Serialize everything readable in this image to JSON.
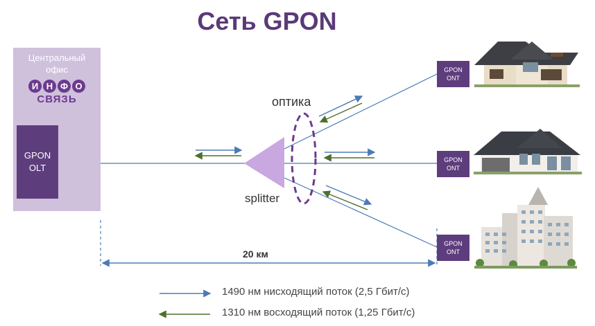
{
  "title": "Сеть GPON",
  "office": {
    "label": "Центральный\nофис",
    "logo_top_letters": [
      "И",
      "Н",
      "Ф",
      "О"
    ],
    "logo_bottom": "СВЯЗЬ"
  },
  "olt_label": "GPON\nOLT",
  "ont_label": "GPON\nONT",
  "optics_label": "оптика",
  "splitter_label": "splitter",
  "distance_label": "20 км",
  "legend": {
    "downstream": "1490 нм нисходящий поток (2,5 Гбит/с)",
    "upstream": "1310 нм восходящий поток (1,25 Гбит/с)"
  },
  "colors": {
    "downstream_arrow": "#4a7bb5",
    "upstream_arrow": "#4f6f2a",
    "accent": "#5e3d7d",
    "splitter": "#c9a7e0"
  }
}
